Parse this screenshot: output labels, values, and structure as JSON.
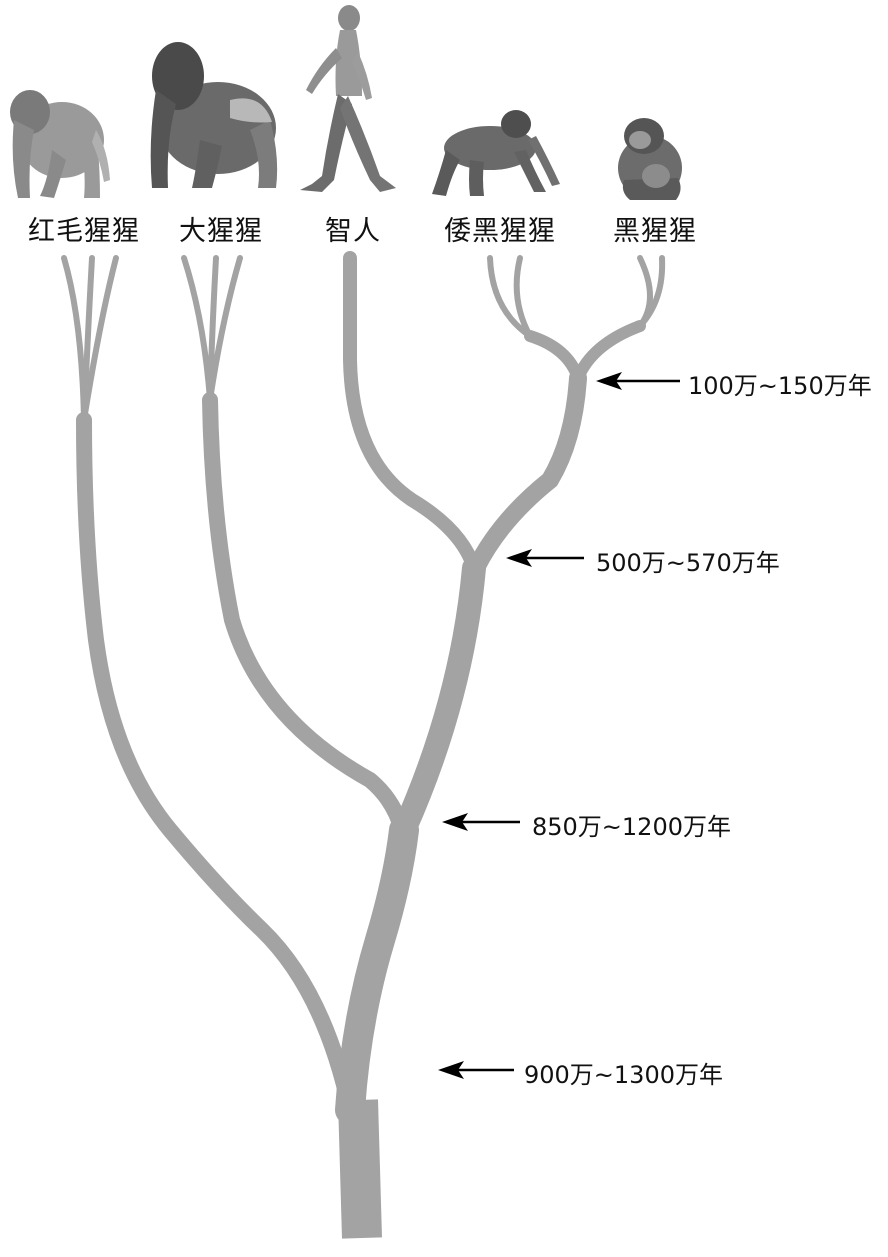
{
  "species": [
    {
      "id": "orangutan",
      "label": "红毛猩猩"
    },
    {
      "id": "gorilla",
      "label": "大猩猩"
    },
    {
      "id": "human",
      "label": "智人"
    },
    {
      "id": "bonobo",
      "label": "倭黑猩猩"
    },
    {
      "id": "chimpanzee",
      "label": "黑猩猩"
    }
  ],
  "divergences": [
    {
      "id": "chimp-bonobo",
      "label": "100万~150万年"
    },
    {
      "id": "human-chimp",
      "label": "500万~570万年"
    },
    {
      "id": "gorilla-split",
      "label": "850万~1200万年"
    },
    {
      "id": "orangutan-split",
      "label": "900万~1300万年"
    }
  ],
  "colors": {
    "branch": "#a3a3a3",
    "silhouette": "#8e8e8e",
    "silhouette_dark": "#5f5f5f",
    "text": "#111111",
    "arrow": "#000000"
  }
}
